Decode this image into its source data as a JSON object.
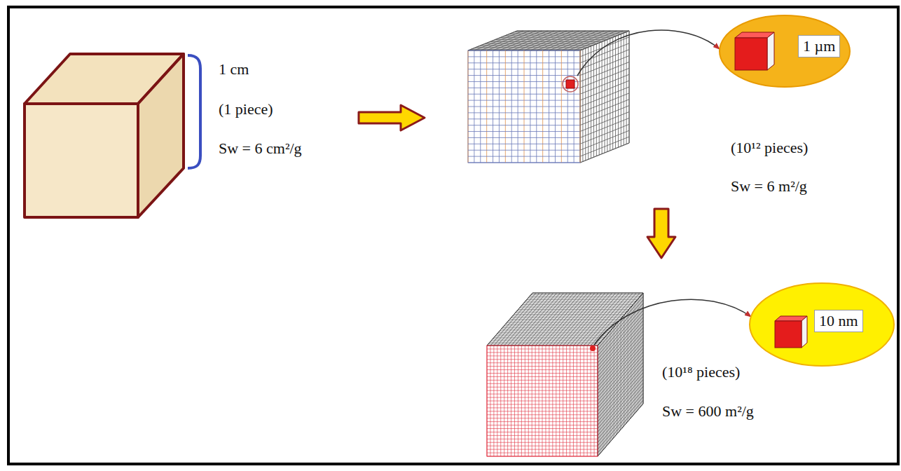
{
  "diagram": {
    "nodes": [
      {
        "text": [
          "1 µm"
        ]
      },
      {
        "text": [
          "10 nm"
        ]
      }
    ],
    "labels": [
      "1 cm",
      "(1 piece)",
      "Sw = 6 cm²/g",
      "(10¹² pieces)",
      "Sw = 6 m²/g",
      "(10¹⁸ pieces)",
      "Sw = 600 m²/g"
    ]
  }
}
